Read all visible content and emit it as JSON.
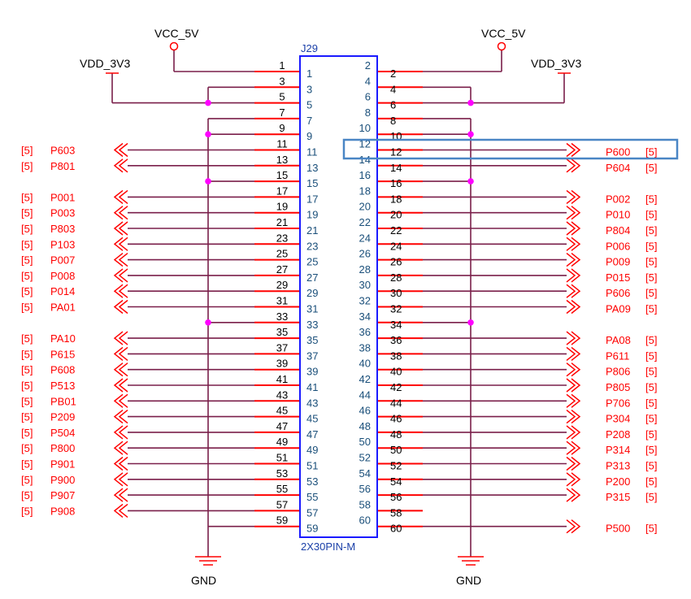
{
  "connector": {
    "ref": "J29",
    "part": "2X30PIN-M"
  },
  "power": {
    "vcc_left": "VCC_5V",
    "vcc_right": "VCC_5V",
    "vdd_left": "VDD_3V3",
    "vdd_right": "VDD_3V3",
    "gnd_left": "GND",
    "gnd_right": "GND"
  },
  "colors": {
    "wire": "#7a1f4a",
    "pin_line": "#ff0000",
    "net_label": "#ff0000",
    "junction": "#ff00ff",
    "box": "#1a1aff",
    "highlight": "#4a86c5",
    "pin_label": "#1a4f7a"
  },
  "nets": {
    "left": [
      [
        "11",
        "[5]",
        "P603"
      ],
      [
        "13",
        "[5]",
        "P801"
      ],
      [
        "17",
        "[5]",
        "P001"
      ],
      [
        "19",
        "[5]",
        "P003"
      ],
      [
        "21",
        "[5]",
        "P803"
      ],
      [
        "23",
        "[5]",
        "P103"
      ],
      [
        "25",
        "[5]",
        "P007"
      ],
      [
        "27",
        "[5]",
        "P008"
      ],
      [
        "29",
        "[5]",
        "P014"
      ],
      [
        "31",
        "[5]",
        "PA01"
      ],
      [
        "35",
        "[5]",
        "PA10"
      ],
      [
        "37",
        "[5]",
        "P615"
      ],
      [
        "39",
        "[5]",
        "P608"
      ],
      [
        "41",
        "[5]",
        "P513"
      ],
      [
        "43",
        "[5]",
        "PB01"
      ],
      [
        "45",
        "[5]",
        "P209"
      ],
      [
        "47",
        "[5]",
        "P504"
      ],
      [
        "49",
        "[5]",
        "P800"
      ],
      [
        "51",
        "[5]",
        "P901"
      ],
      [
        "53",
        "[5]",
        "P900"
      ],
      [
        "55",
        "[5]",
        "P907"
      ],
      [
        "57",
        "[5]",
        "P908"
      ]
    ],
    "right": [
      [
        "12",
        "P600",
        "[5]"
      ],
      [
        "14",
        "P604",
        "[5]"
      ],
      [
        "18",
        "P002",
        "[5]"
      ],
      [
        "20",
        "P010",
        "[5]"
      ],
      [
        "22",
        "P804",
        "[5]"
      ],
      [
        "24",
        "P006",
        "[5]"
      ],
      [
        "26",
        "P009",
        "[5]"
      ],
      [
        "28",
        "P015",
        "[5]"
      ],
      [
        "30",
        "P606",
        "[5]"
      ],
      [
        "32",
        "PA09",
        "[5]"
      ],
      [
        "36",
        "PA08",
        "[5]"
      ],
      [
        "38",
        "P611",
        "[5]"
      ],
      [
        "40",
        "P806",
        "[5]"
      ],
      [
        "42",
        "P805",
        "[5]"
      ],
      [
        "44",
        "P706",
        "[5]"
      ],
      [
        "46",
        "P304",
        "[5]"
      ],
      [
        "48",
        "P208",
        "[5]"
      ],
      [
        "50",
        "P314",
        "[5]"
      ],
      [
        "52",
        "P313",
        "[5]"
      ],
      [
        "54",
        "P200",
        "[5]"
      ],
      [
        "56",
        "P315",
        "[5]"
      ],
      [
        "60",
        "P500",
        "[5]"
      ]
    ]
  },
  "highlighted_pin": "12"
}
